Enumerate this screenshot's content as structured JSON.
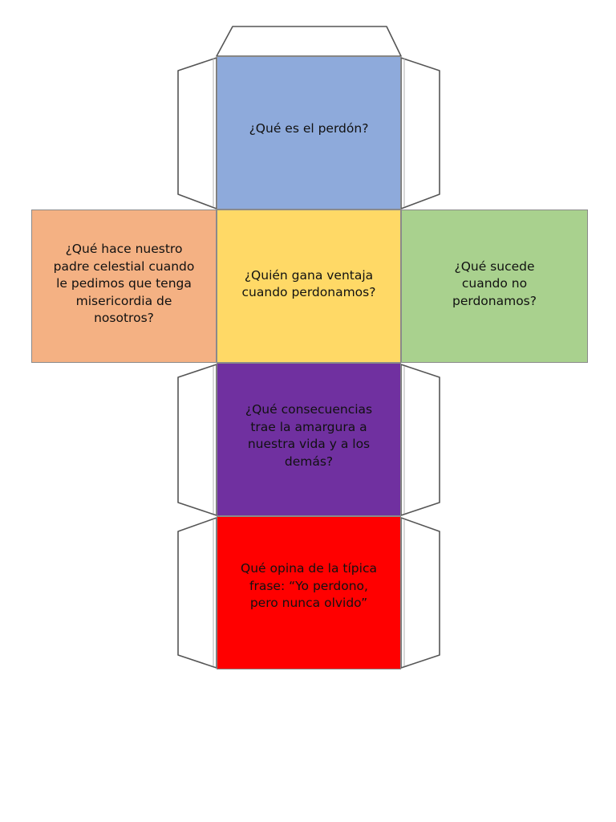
{
  "faces": {
    "top": {
      "text": "¿Qué es el perdón?",
      "color": "#8eaadb"
    },
    "left": {
      "text": "¿Qué hace nuestro padre celestial cuando le pedimos que tenga misericordia de nosotros?",
      "color": "#f4b183"
    },
    "center": {
      "text": "¿Quién gana ventaja cuando perdonamos?",
      "color": "#ffd966"
    },
    "right": {
      "text": "¿Qué sucede cuando no perdonamos?",
      "color": "#a9d18e"
    },
    "purple": {
      "text": "¿Qué consecuencias trae la amargura a nuestra vida y a los demás?",
      "color": "#7030a0"
    },
    "red": {
      "text": "Qué opina de la típica frase: “Yo perdono, pero nunca olvido”",
      "color": "#ff0000"
    }
  }
}
